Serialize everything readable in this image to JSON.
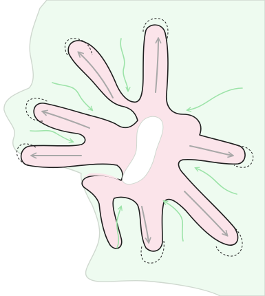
{
  "colors": {
    "background": "#ffffff",
    "tissue_fill": "#eefbf0",
    "tissue_edge": "#cfd8cf",
    "lobe_fill": "#fbe4ea",
    "lobe_outline": "#1e1e1e",
    "hole_fill": "#ffffff",
    "dashed_outline": "#1e1e1e",
    "grey_arrow": "#a8a8a8",
    "green_arrow": "#9ce3a8"
  },
  "icons": {
    "grey_arrow": "outward-growth-arrow-icon",
    "green_arrow": "inward-squiggle-arrow-icon",
    "dashed_cap": "dashed-tip-outline"
  },
  "lobes": [
    {
      "id": "lobe-left-lower"
    },
    {
      "id": "lobe-left-middle"
    },
    {
      "id": "lobe-upper-left"
    },
    {
      "id": "lobe-top"
    },
    {
      "id": "lobe-right-upper"
    },
    {
      "id": "lobe-right-lower"
    },
    {
      "id": "lobe-bottom-middle"
    },
    {
      "id": "lobe-bottom-left"
    }
  ]
}
